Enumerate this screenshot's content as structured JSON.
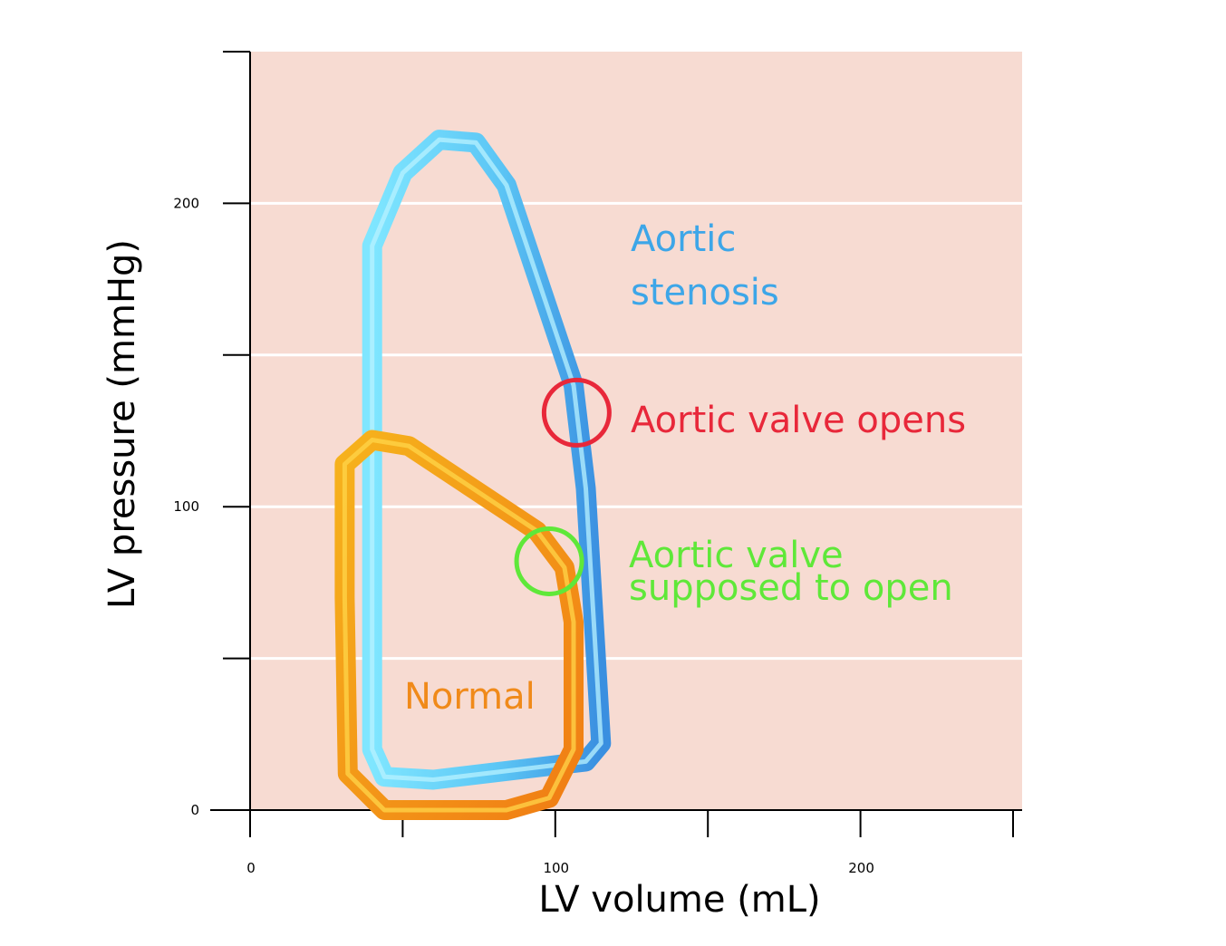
{
  "chart_data": {
    "type": "line",
    "xlabel": "LV volume (mL)",
    "ylabel": "LV pressure (mmHg)",
    "xlim": [
      0,
      250
    ],
    "ylim": [
      0,
      250
    ],
    "x_ticks": [
      0,
      50,
      100,
      150,
      200,
      250
    ],
    "x_tick_labels": [
      "0",
      "",
      "100",
      "",
      "200",
      ""
    ],
    "y_ticks": [
      0,
      50,
      100,
      150,
      200,
      250
    ],
    "y_tick_labels": [
      "0",
      "",
      "100",
      "",
      "200",
      ""
    ],
    "grid": true,
    "plot_background": "#f7dbd2",
    "series": [
      {
        "name": "Aortic stenosis",
        "color": "#3da6e8",
        "closed": true,
        "points": [
          [
            40,
            186
          ],
          [
            50,
            210
          ],
          [
            62,
            221
          ],
          [
            74,
            220
          ],
          [
            84,
            206
          ],
          [
            106,
            140
          ],
          [
            110,
            106
          ],
          [
            115,
            22
          ],
          [
            110,
            16
          ],
          [
            60,
            10
          ],
          [
            44,
            11
          ],
          [
            40,
            20
          ],
          [
            40,
            120
          ]
        ]
      },
      {
        "name": "Normal",
        "color": "#f08a1a",
        "closed": true,
        "points": [
          [
            31,
            114
          ],
          [
            40,
            122
          ],
          [
            52,
            120
          ],
          [
            94,
            92
          ],
          [
            103,
            80
          ],
          [
            106,
            62
          ],
          [
            106,
            20
          ],
          [
            98,
            4
          ],
          [
            84,
            0
          ],
          [
            44,
            0
          ],
          [
            32,
            12
          ],
          [
            31,
            70
          ]
        ]
      }
    ],
    "markers": [
      {
        "label": "Aortic valve opens",
        "x": 107,
        "y": 131,
        "color": "#e8283a"
      },
      {
        "label": "Aortic valve supposed to open",
        "x": 98,
        "y": 82,
        "color": "#5fe839"
      }
    ],
    "annotations": {
      "stenosis_line1": "Aortic",
      "stenosis_line2": "stenosis",
      "opens": "Aortic valve opens",
      "supposed_line1": "Aortic valve",
      "supposed_line2": "supposed to open",
      "normal": "Normal"
    },
    "colors": {
      "stenosis": "#3da6e8",
      "opens": "#e8283a",
      "supposed": "#5fe839",
      "normal": "#f08a1a"
    }
  }
}
